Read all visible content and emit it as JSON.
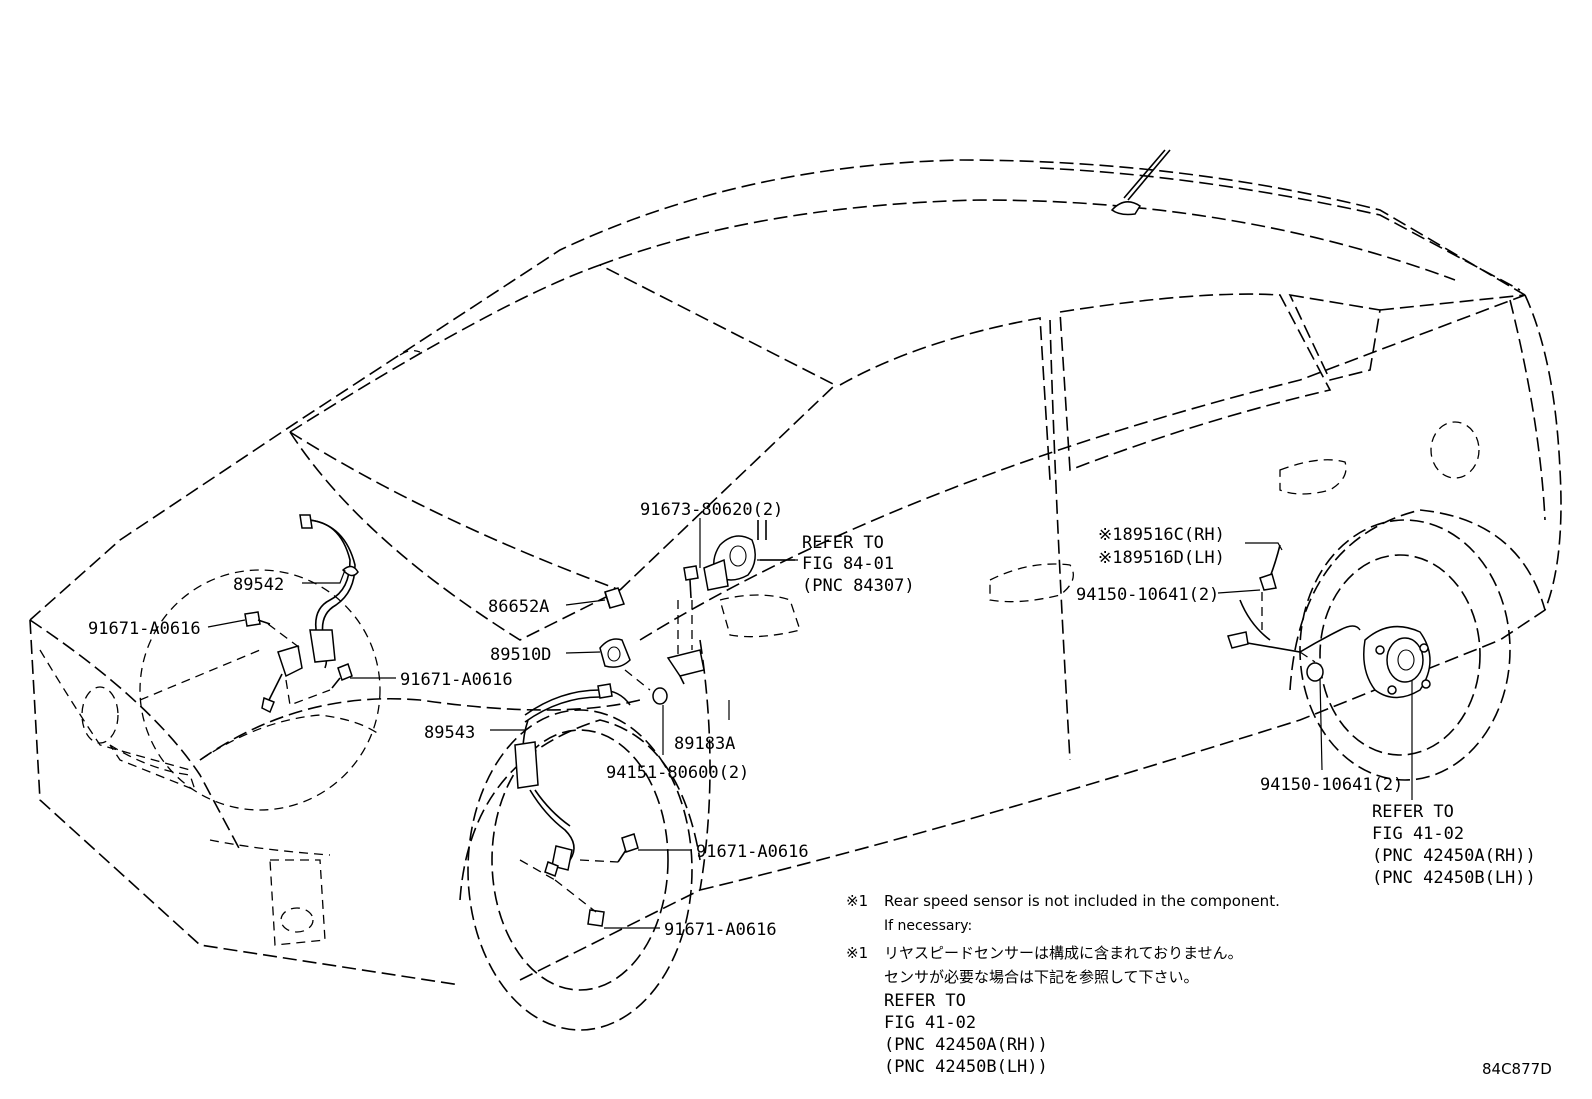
{
  "callouts": {
    "c89542": "89542",
    "c91671_a": "91671-A0616",
    "c91671_b": "91671-A0616",
    "c89543": "89543",
    "c86652a": "86652A",
    "c89510d": "89510D",
    "c91673": "91673-80620(2)",
    "c89183a": "89183A",
    "c94151": "94151-80600(2)",
    "c91671_c": "91671-A0616",
    "c91671_d": "91671-A0616",
    "c89516c": "※189516C(RH)",
    "c89516d": "※189516D(LH)",
    "c94150_a": "94150-10641(2)",
    "c94150_b": "94150-10641(2)"
  },
  "refer_fig84": {
    "line1": "REFER TO",
    "line2": "FIG 84-01",
    "line3": "(PNC 84307)"
  },
  "refer_fig41": {
    "line1": "REFER TO",
    "line2": "FIG 41-02",
    "line3": "(PNC 42450A(RH))",
    "line4": "(PNC 42450B(LH))"
  },
  "notes": {
    "en_mark": "※1",
    "en_line1": "Rear speed sensor is not included in the component.",
    "en_line2": "If necessary:",
    "jp_mark": "※1",
    "jp_line1": "リヤスピードセンサーは構成に含まれておりません。",
    "jp_line2": "センサが必要な場合は下記を参照して下さい。",
    "ref_line1": "REFER TO",
    "ref_line2": "FIG 41-02",
    "ref_line3": "(PNC 42450A(RH))",
    "ref_line4": "(PNC 42450B(LH))"
  },
  "illustration_code": "84C877D"
}
